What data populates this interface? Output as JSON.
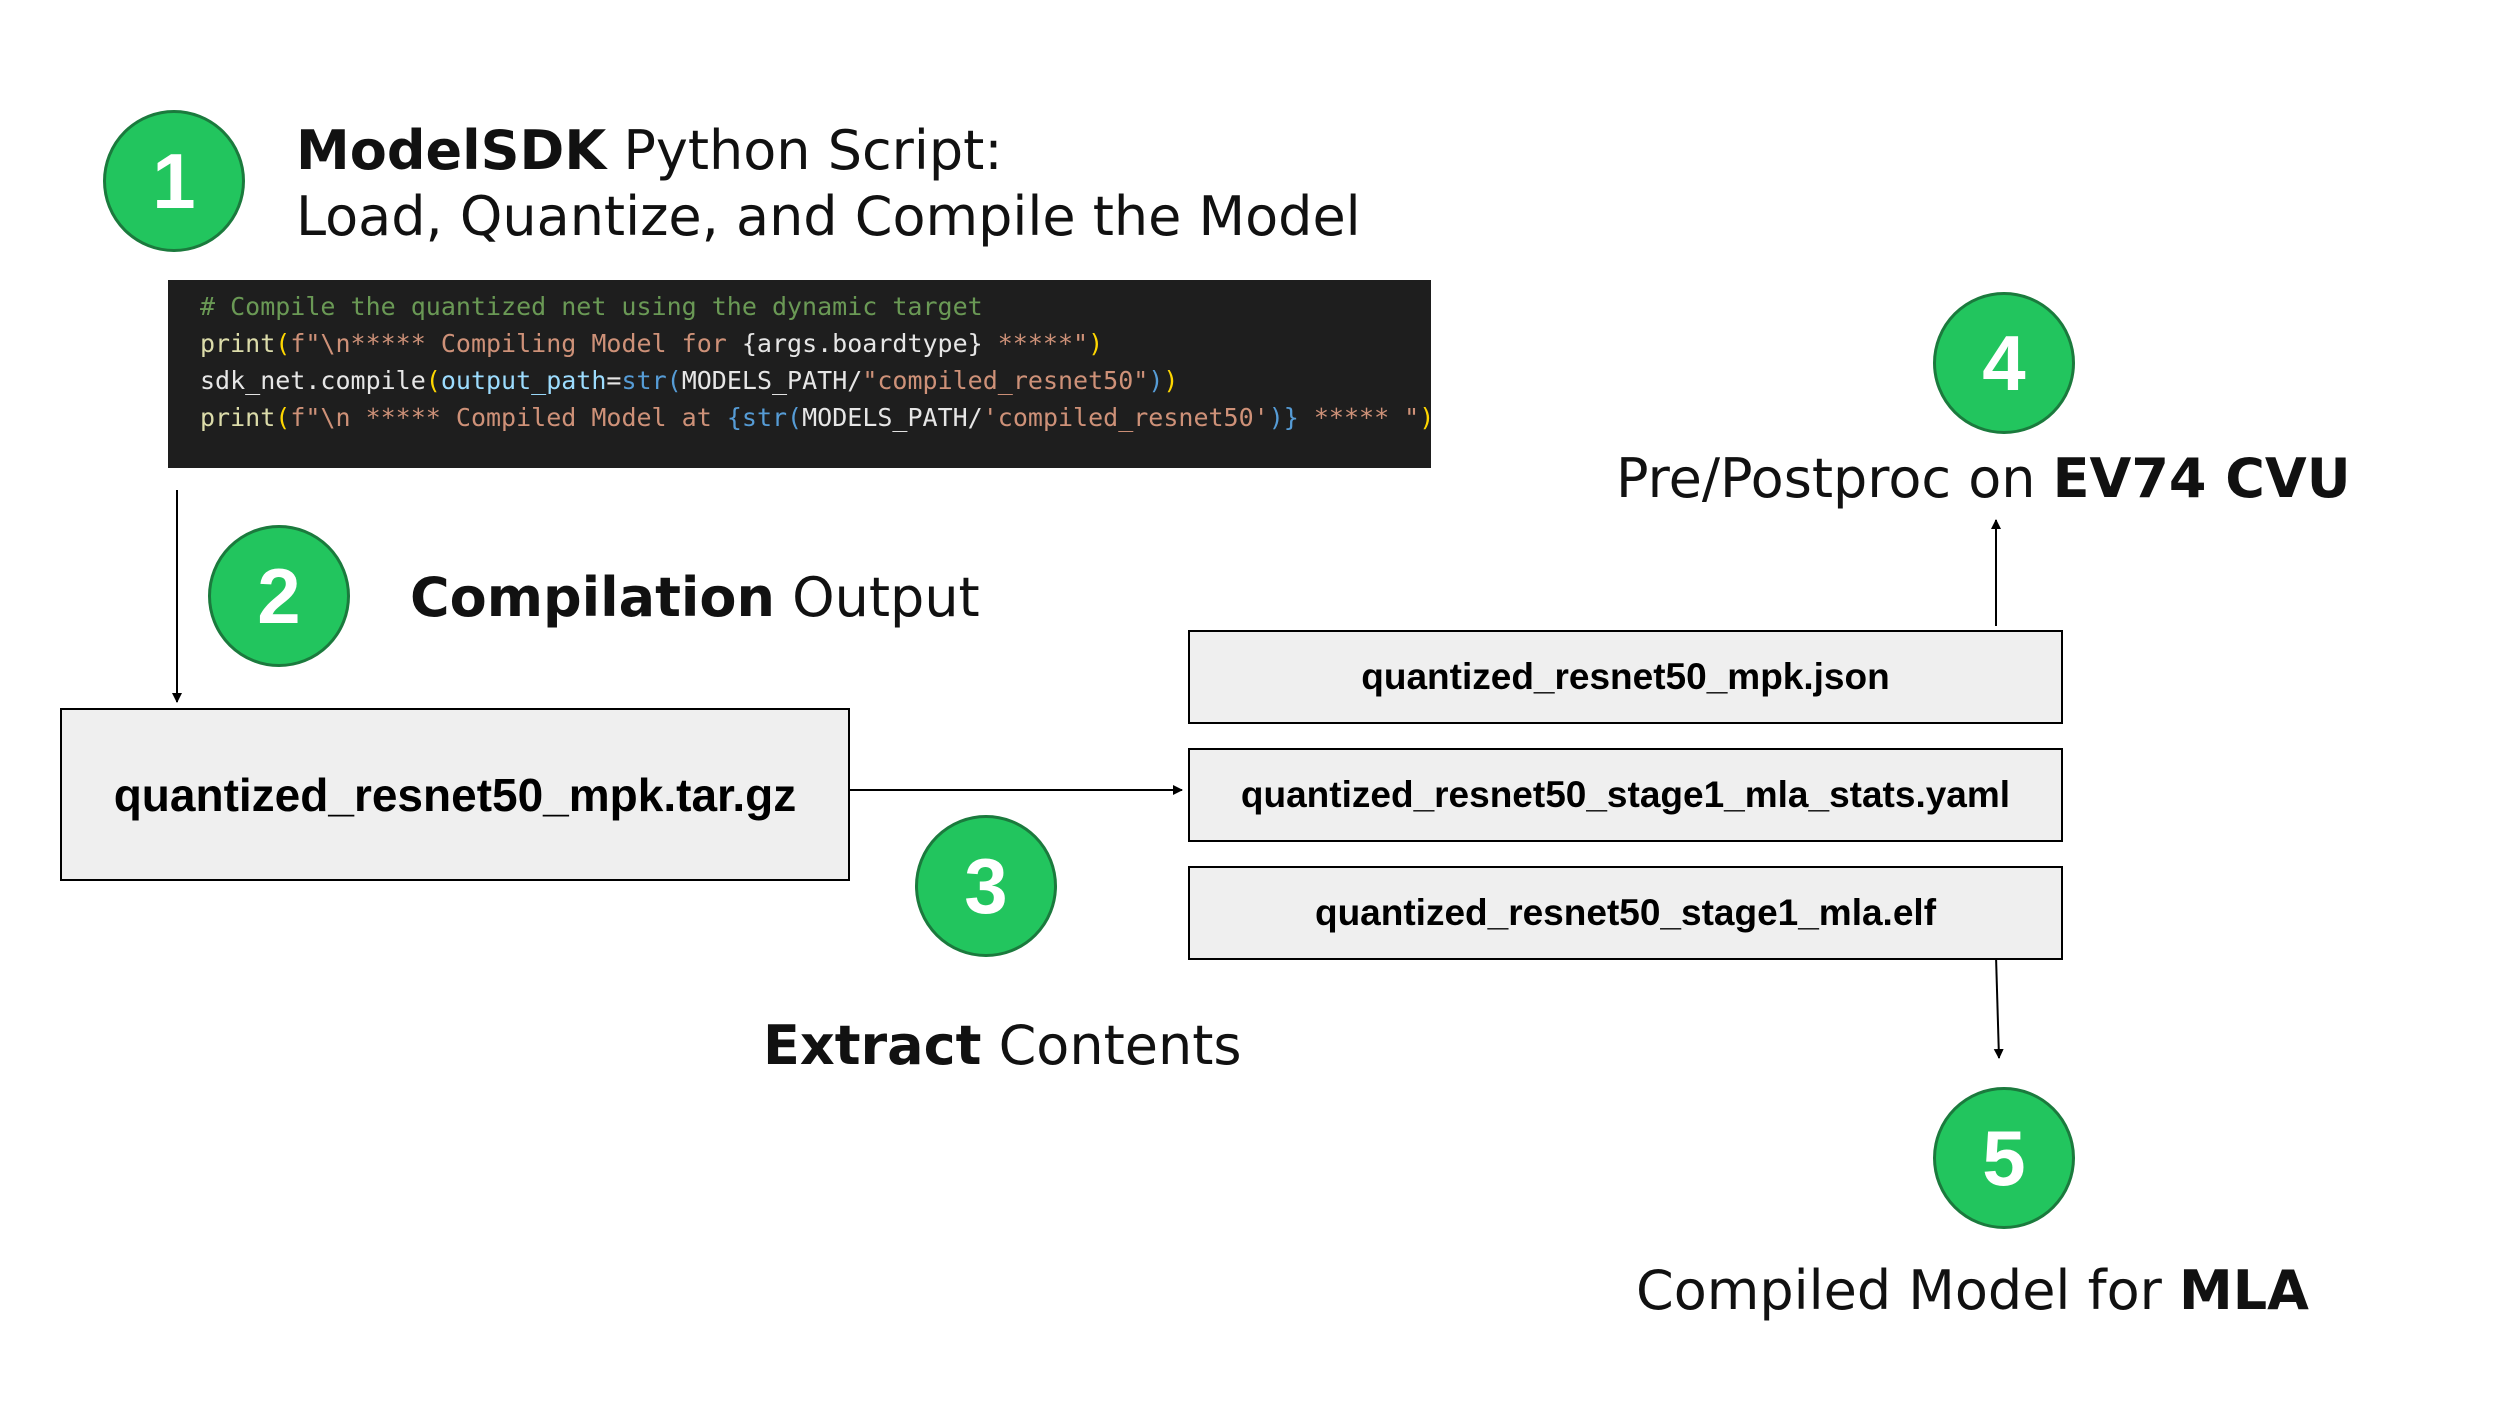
{
  "steps": [
    {
      "number": "1",
      "title_bold": "ModelSDK",
      "title_rest": " Python Script:",
      "subtitle": "Load, Quantize, and Compile the Model"
    },
    {
      "number": "2",
      "title_bold": "Compilation",
      "title_rest": " Output"
    },
    {
      "number": "3",
      "title_bold": "Extract",
      "title_rest": " Contents"
    },
    {
      "number": "4",
      "title_rest": "Pre/Postproc on ",
      "title_bold": "EV74 CVU"
    },
    {
      "number": "5",
      "title_rest": "Compiled Model for ",
      "title_bold": "MLA"
    }
  ],
  "code": {
    "line1": "# Compile the quantized net using the dynamic target",
    "line2_fn": "print",
    "line2_str": "f\"\\n***** Compiling Model for ",
    "line2_expr": "{args.boardtype}",
    "line2_end": " *****\"",
    "line3_obj": "sdk_net.compile",
    "line3_param": "output_path",
    "line3_eq": "=",
    "line3_call": "str",
    "line3_arg": "MODELS_PATH/",
    "line3_str": "\"compiled_resnet50\"",
    "line4_fn": "print",
    "line4_str": "f\"\\n ***** Compiled Model at ",
    "line4_call": "str",
    "line4_arg": "MODELS_PATH/",
    "line4_str2": "'compiled_resnet50'",
    "line4_end": " ***** \""
  },
  "archive": {
    "filename": "quantized_resnet50_mpk.tar.gz"
  },
  "extracted_files": [
    "quantized_resnet50_mpk.json",
    "quantized_resnet50_stage1_mla_stats.yaml",
    "quantized_resnet50_stage1_mla.elf"
  ],
  "colors": {
    "step_fill": "#22c55e",
    "box_fill": "#efefef",
    "code_bg": "#1e1e1e"
  }
}
